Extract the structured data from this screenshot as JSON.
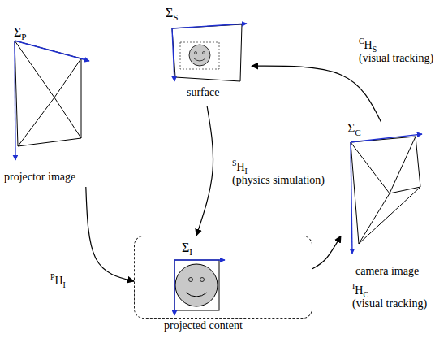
{
  "diagram": {
    "nodes": [
      {
        "text": [
          "ΣS",
          "surface"
        ]
      },
      {
        "text": [
          "ΣP",
          "projector image"
        ]
      },
      {
        "text": [
          "ΣC",
          "camera image"
        ]
      },
      {
        "text": [
          "ΣI",
          "projected content"
        ]
      }
    ],
    "edges": [
      {
        "from": 1,
        "to": 3,
        "arrow": "to",
        "label": "PHI"
      },
      {
        "from": 0,
        "to": 3,
        "arrow": "to",
        "label": "SHI (physics simulation)"
      },
      {
        "from": 3,
        "to": 2,
        "arrow": "to",
        "label": "IHC (visual tracking)"
      },
      {
        "from": 2,
        "to": 0,
        "arrow": "to",
        "label": "CHS (visual tracking)"
      }
    ]
  }
}
